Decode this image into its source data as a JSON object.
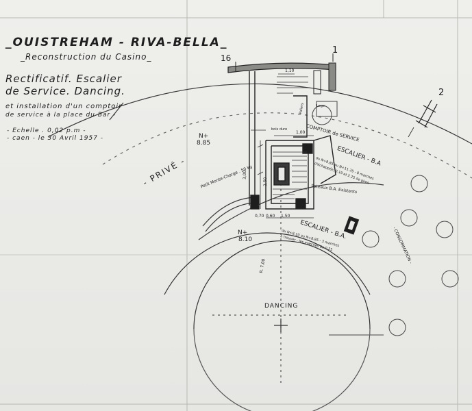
{
  "title": {
    "line1": "_OUISTREHAM - RIVA-BELLA_",
    "line2": "_Reconstruction du Casino_",
    "line3": "Rectificatif. Escalier",
    "line4": "de Service. Dancing.",
    "line5": "et installation d'un comptoir",
    "line6": "de service à la place du Bar -",
    "scale": "- Echelle . 0,02 p.m -",
    "date": "- caen - le 30 Avril 1957 -"
  },
  "plan_labels": {
    "axis_16": "16",
    "axis_1": "1",
    "axis_2": "2",
    "level_upper": "N+",
    "level_upper_value": "8.85",
    "level_lower": "N+",
    "level_lower_value": "8.10",
    "prive": "- PRIVÉ -",
    "comptoir": "COMPTOIR de SERVICE",
    "escalier_upper": "ESCALIER - B.A",
    "escalier_upper_note1": "du N+8.85 au N+11.35 - 8 marches",
    "escalier_upper_note2": "d'échappée, 0.19 et 2.25 de giron",
    "escalier_lower": "ESCALIER - B.A.",
    "escalier_lower_note1": "du N+8.10 au N+8.85 - 3 marches",
    "escalier_lower_note2": "à trouver - les marches de 0,25",
    "poteaux": "Poteaux B.A. Existants",
    "monte_charge": "Petit Monte-Charge . 50 kg",
    "consommation": "- CONSOMMATION -",
    "dancing": "DANCING",
    "radius": "R. 7,00",
    "dim_300": "3,00",
    "dim_250": "2,50",
    "dim_100": "1,00",
    "dim_060": "0,60",
    "dim_070": "0,70",
    "dim_150": "1,50",
    "dim_110": "1,10",
    "loge": "Loge",
    "paliers": "Paliers",
    "bois_dure": "bois dure"
  }
}
